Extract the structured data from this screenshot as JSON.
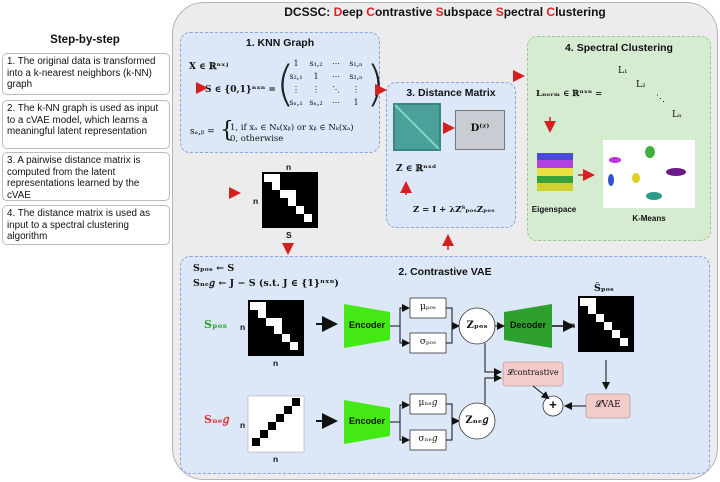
{
  "title": {
    "prefix": "DCSSC: ",
    "words": [
      {
        "initial": "D",
        "rest": "eep "
      },
      {
        "initial": "C",
        "rest": "ontrastive "
      },
      {
        "initial": "S",
        "rest": "ubspace "
      },
      {
        "initial": "S",
        "rest": "pectral "
      },
      {
        "initial": "C",
        "rest": "lustering"
      }
    ]
  },
  "steps": {
    "heading": "Step-by-step",
    "items": [
      "1. The original data is transformed into a k-nearest neighbors (k-NN) graph",
      "2. The k-NN graph is used as input to a cVAE model, which learns a meaningful latent representation",
      "3. A pairwise distance matrix is computed from the latent representations learned by the cVAE",
      "4. The distance matrix is used as input to a spectral clustering algorithm"
    ]
  },
  "knn": {
    "title": "1. KNN Graph",
    "x_def": "X ∈ ℝⁿˣʲ",
    "s_def": "S ∈ {0,1}ⁿˣⁿ  =",
    "matrix_rows": [
      [
        "1",
        "s₁,₂",
        "⋯",
        "s₁,ₙ"
      ],
      [
        "s₂,₁",
        "1",
        "⋯",
        "s₂,ₙ"
      ],
      [
        "⋮",
        "⋮",
        "⋱",
        "⋮"
      ],
      [
        "sₙ,₁",
        "sₙ,₂",
        "⋯",
        "1"
      ]
    ],
    "sab": "sₐ,ᵦ =",
    "case1": "1,   if xₐ ∈ Nₖ(xᵦ) or xᵦ ∈ Nₖ(xₐ)",
    "case2": "0,   otherwise",
    "n_top": "n",
    "n_left": "n",
    "s_label": "S"
  },
  "dist": {
    "title": "3. Distance Matrix",
    "d_label": "D⁽ᶻ⁾",
    "z_def": "Z ∈ ℝⁿˣᵈ",
    "z_eq": "Z = I + λZᵀₚₒₛZₚₒₛ"
  },
  "spectral": {
    "title": "4. Spectral Clustering",
    "lnorm": "Lₙₒᵣₘ ∈ ℝⁿˣⁿ  =",
    "diag": [
      "L₁",
      "L₂",
      "⋱",
      "Lₙ"
    ],
    "eigenspace": "Eigenspace",
    "kmeans": "K-Means"
  },
  "cvae": {
    "title": "2. Contrastive VAE",
    "spos_def": "Sₚₒₛ ← S",
    "sneg_def": "Sₙₑ𝑔 ← J − S (s.t. J ∈ {1}ⁿˣⁿ)",
    "spos_label": "Sₚₒₛ",
    "sneg_label": "Sₙₑ𝑔",
    "encoder": "Encoder",
    "decoder": "Decoder",
    "mu_pos": "μₚₒₛ",
    "sigma_pos": "σₚₒₛ",
    "mu_neg": "μₙₑ𝑔",
    "sigma_neg": "σₙₑ𝑔",
    "z_pos": "Zₚₒₛ",
    "z_neg": "Zₙₑ𝑔",
    "s_hat": "Ŝₚₒₛ",
    "l_contrastive": "𝓛contrastive",
    "l_vae": "𝓛VAE",
    "plus": "+",
    "n": "n"
  },
  "colors": {
    "red_arrow": "#d42020",
    "encoder_green": "#44e814",
    "decoder_green": "#2ea02e",
    "loss_pink": "#f4cccc",
    "spos_green": "#2aa02a",
    "sneg_red": "#e03030"
  }
}
